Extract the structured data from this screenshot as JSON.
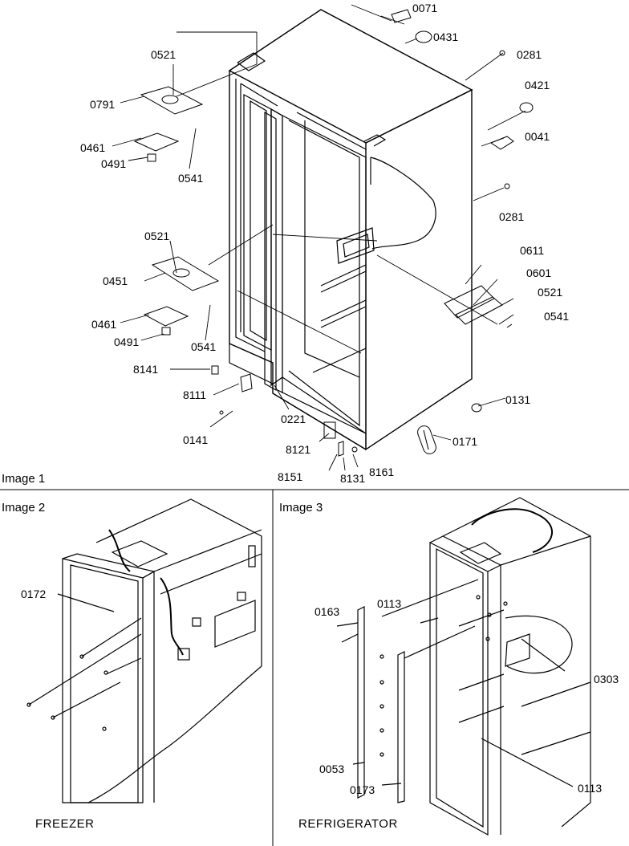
{
  "figure1": {
    "caption": "Image 1",
    "labels": {
      "p0071": "0071",
      "p0431": "0431",
      "p0281a": "0281",
      "p0421": "0421",
      "p0041": "0041",
      "p0281b": "0281",
      "p0521a": "0521",
      "p0791": "0791",
      "p0461a": "0461",
      "p0491a": "0491",
      "p0541a": "0541",
      "p0521b": "0521",
      "p0451": "0451",
      "p0461b": "0461",
      "p0491b": "0491",
      "p0541b": "0541",
      "p0611": "0611",
      "p0601": "0601",
      "p0521c": "0521",
      "p0541c": "0541",
      "p8141": "8141",
      "p8111": "8111",
      "p0131": "0131",
      "p0221": "0221",
      "p0141": "0141",
      "p8121": "8121",
      "p0171": "0171",
      "p8151": "8151",
      "p8131": "8131",
      "p8161": "8161"
    }
  },
  "figure2": {
    "caption": "Image 2",
    "footer": "FREEZER",
    "labels": {
      "p0172": "0172"
    }
  },
  "figure3": {
    "caption": "Image 3",
    "footer": "REFRIGERATOR",
    "labels": {
      "p0163": "0163",
      "p0113a": "0113",
      "p0303": "0303",
      "p0053": "0053",
      "p0173": "0173",
      "p0113b": "0113"
    }
  }
}
